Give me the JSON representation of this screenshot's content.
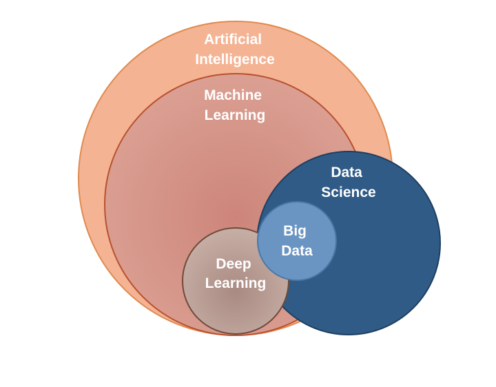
{
  "diagram": {
    "circles": [
      {
        "id": "ai",
        "lines": [
          "Artificial",
          "Intelligence"
        ],
        "fill": "#F4B393",
        "stroke": "#E08A4E"
      },
      {
        "id": "ml",
        "lines": [
          "Machine",
          "Learning"
        ],
        "fill": "#D99A88",
        "stroke": "#B8502E"
      },
      {
        "id": "ds",
        "lines": [
          "Data",
          "Science"
        ],
        "fill": "#2F5B86",
        "stroke": "#1E3F60"
      },
      {
        "id": "dl",
        "lines": [
          "Deep",
          "Learning"
        ],
        "fill": "#BFA39A",
        "stroke": "#6E4A3A"
      },
      {
        "id": "bd",
        "lines": [
          "Big",
          "Data"
        ],
        "fill": "#6A94C2",
        "stroke": "#4A78A8"
      }
    ]
  }
}
